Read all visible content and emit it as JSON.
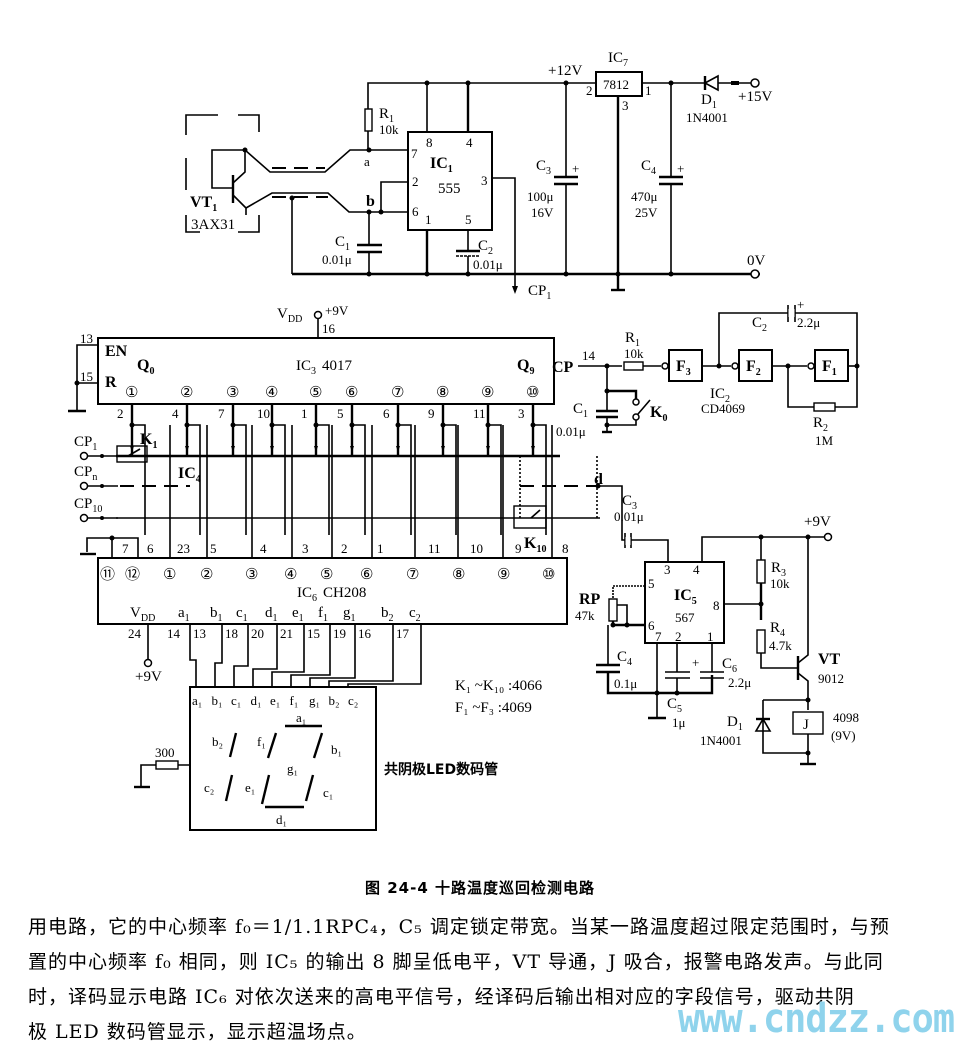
{
  "figure": {
    "caption": "图 24-4   十路温度巡回检测电路",
    "paragraph_lines": [
      "用电路，它的中心频率 f₀＝1/1.1RPC₄，C₅ 调定锁定带宽。当某一路温度超过限定范围时，与预",
      "置的中心频率 f₀ 相同，则 IC₅ 的输出 8 脚呈低电平，VT 导通，J 吸合，报警电路发声。与此同",
      "时，译码显示电路 IC₆ 对依次送来的高电平信号，经译码后输出相对应的字段信号，驱动共阴",
      "极 LED 数码管显示，显示超温场点。"
    ],
    "watermark": "www.cndzz.com"
  },
  "sensor": {
    "vt1_name": "VT",
    "vt1_sub": "1",
    "vt1_part": "3AX31",
    "node_a": "a",
    "node_b": "b"
  },
  "ic1": {
    "name": "IC",
    "sub": "1",
    "part": "555",
    "pins": {
      "p8": "8",
      "p4": "4",
      "p7": "7",
      "p2": "2",
      "p6": "6",
      "p3": "3",
      "p1": "1",
      "p5": "5"
    },
    "r1_name": "R",
    "r1_sub": "1",
    "r1_value": "10k",
    "c1_name": "C",
    "c1_sub": "1",
    "c1_value": "0.01μ",
    "c2_name": "C",
    "c2_sub": "2",
    "c2_value": "0.01μ",
    "output": "CP",
    "output_sub": "1"
  },
  "power": {
    "v12": "+12V",
    "ic7_name": "IC",
    "ic7_sub": "7",
    "ic7_part": "7812",
    "ic7_pins": {
      "in": "1",
      "out": "2",
      "gnd": "3"
    },
    "c3_name": "C",
    "c3_sub": "3",
    "c3_value": "100μ",
    "c3_voltage": "16V",
    "c4_name": "C",
    "c4_sub": "4",
    "c4_value": "470μ",
    "c4_voltage": "25V",
    "d1_name": "D",
    "d1_sub": "1",
    "d1_part": "1N4001",
    "v15": "+15V",
    "v0": "0V"
  },
  "ic3": {
    "vdd": "V",
    "vdd_sub": "DD",
    "vdd_value": "+9V",
    "vdd_pin": "16",
    "name": "IC",
    "sub": "3",
    "part": "4017",
    "en": "EN",
    "r": "R",
    "q0": "Q",
    "q0_sub": "0",
    "q9": "Q",
    "q9_sub": "9",
    "cp": "CP",
    "en_pin": "13",
    "r_pin": "15",
    "cp_pin": "14",
    "outputs": [
      "①",
      "②",
      "③",
      "④",
      "⑤",
      "⑥",
      "⑦",
      "⑧",
      "⑨",
      "⑩"
    ],
    "output_pins": [
      "2",
      "4",
      "7",
      "10",
      "1",
      "5",
      "6",
      "9",
      "11",
      "3"
    ]
  },
  "oscillator": {
    "r1_name": "R",
    "r1_sub": "1",
    "r1_value": "10k",
    "c1_name": "C",
    "c1_sub": "1",
    "c1_value": "0.01μ",
    "k0_name": "K",
    "k0_sub": "0",
    "f3": "F",
    "f3_sub": "3",
    "f2": "F",
    "f2_sub": "2",
    "f1": "F",
    "f1_sub": "1",
    "ic2_name": "IC",
    "ic2_sub": "2",
    "ic2_part": "CD4069",
    "c2_name": "C",
    "c2_sub": "2",
    "c2_value": "2.2μ",
    "r2_name": "R",
    "r2_sub": "2",
    "r2_value": "1M"
  },
  "ic4": {
    "name": "IC",
    "sub": "4",
    "inputs": [
      {
        "name": "CP",
        "sub": "1"
      },
      {
        "name": "CP",
        "sub": "n"
      },
      {
        "name": "CP",
        "sub": "10"
      }
    ],
    "k1_name": "K",
    "k1_sub": "1",
    "k10_name": "K",
    "k10_sub": "10",
    "node_d": "d",
    "pins": [
      "7",
      "6",
      "23",
      "5",
      "4",
      "3",
      "2",
      "1",
      "11",
      "10",
      "9",
      "8"
    ]
  },
  "ic6": {
    "name": "IC",
    "sub": "6",
    "part": "CH208",
    "inputs": [
      "⑪",
      "⑫",
      "①",
      "②",
      "③",
      "④",
      "⑤",
      "⑥",
      "⑦",
      "⑧",
      "⑨",
      "⑩"
    ],
    "vdd": "V",
    "vdd_sub": "DD",
    "vdd_value": "+9V",
    "vdd_pin": "24",
    "outputs": [
      {
        "n": "a",
        "s": "1",
        "pin": "13"
      },
      {
        "n": "b",
        "s": "1",
        "pin": "18"
      },
      {
        "n": "c",
        "s": "1",
        "pin": "20"
      },
      {
        "n": "d",
        "s": "1",
        "pin": "21"
      },
      {
        "n": "e",
        "s": "1",
        "pin": "15"
      },
      {
        "n": "f",
        "s": "1",
        "pin": "19"
      },
      {
        "n": "g",
        "s": "1",
        "pin": "16"
      },
      {
        "n": "b",
        "s": "2",
        "pin": "17"
      },
      {
        "n": "c",
        "s": "2",
        "pin": ""
      }
    ],
    "pin14": "14"
  },
  "led": {
    "inputs": [
      "a₁",
      "b₁",
      "c₁",
      "d₁",
      "e₁",
      "f₁",
      "g₁",
      "b₂",
      "c₂"
    ],
    "seg_a1": "a₁",
    "seg_b1": "b₁",
    "seg_c1": "c₁",
    "seg_d1": "d₁",
    "seg_e1": "e₁",
    "seg_f1": "f₁",
    "seg_g1": "g₁",
    "seg_b2": "b₂",
    "seg_c2": "c₂",
    "resistor": "300",
    "label": "共阴极LED数码管"
  },
  "notes": {
    "k_line": "K₁ ~K₁₀ :4066",
    "f_line": "F₁ ~F₃  :4069"
  },
  "ic5": {
    "name": "IC",
    "sub": "5",
    "part": "567",
    "pins": {
      "p3": "3",
      "p4": "4",
      "p5": "5",
      "p6": "6",
      "p8": "8",
      "p7": "7",
      "p2": "2",
      "p1": "1"
    },
    "c3_name": "C",
    "c3_sub": "3",
    "c3_value": "0.01μ",
    "v9": "+9V",
    "rp_name": "RP",
    "rp_value": "47k",
    "c4_name": "C",
    "c4_sub": "4",
    "c4_value": "0.1μ",
    "c5_name": "C",
    "c5_sub": "5",
    "c5_value": "1μ",
    "c6_name": "C",
    "c6_sub": "6",
    "c6_value": "2.2μ",
    "r3_name": "R",
    "r3_sub": "3",
    "r3_value": "10k",
    "r4_name": "R",
    "r4_sub": "4",
    "r4_value": "4.7k",
    "vt_name": "VT",
    "vt_part": "9012",
    "d1_name": "D",
    "d1_sub": "1",
    "d1_part": "1N4001",
    "relay": "J",
    "relay_part": "4098",
    "relay_voltage": "(9V)"
  }
}
